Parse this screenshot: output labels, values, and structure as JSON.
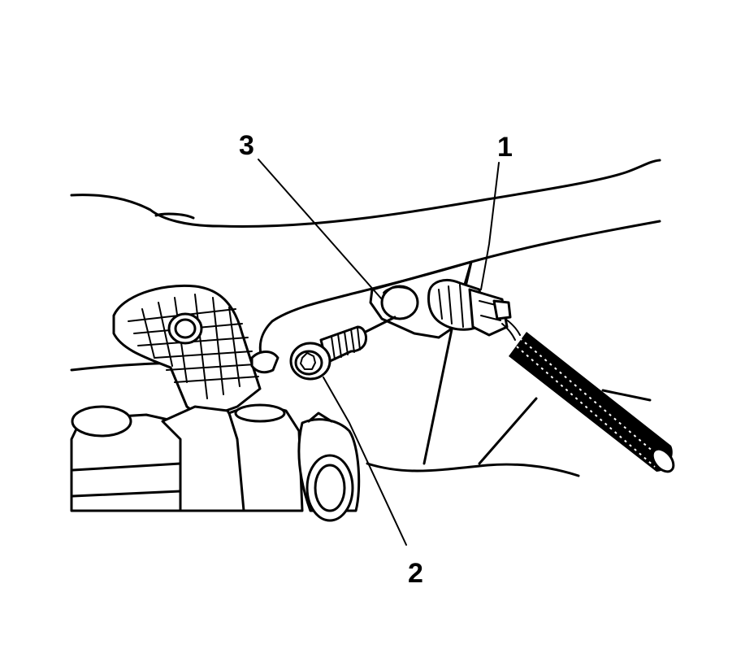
{
  "callouts": [
    {
      "id": "1",
      "label": "1",
      "refers_to": "sensor-electrical-connector"
    },
    {
      "id": "2",
      "label": "2",
      "refers_to": "sensor-bolt"
    },
    {
      "id": "3",
      "label": "3",
      "refers_to": "sensor-mounting-hole"
    }
  ],
  "colors": {
    "line": "#000000",
    "background": "#ffffff"
  }
}
